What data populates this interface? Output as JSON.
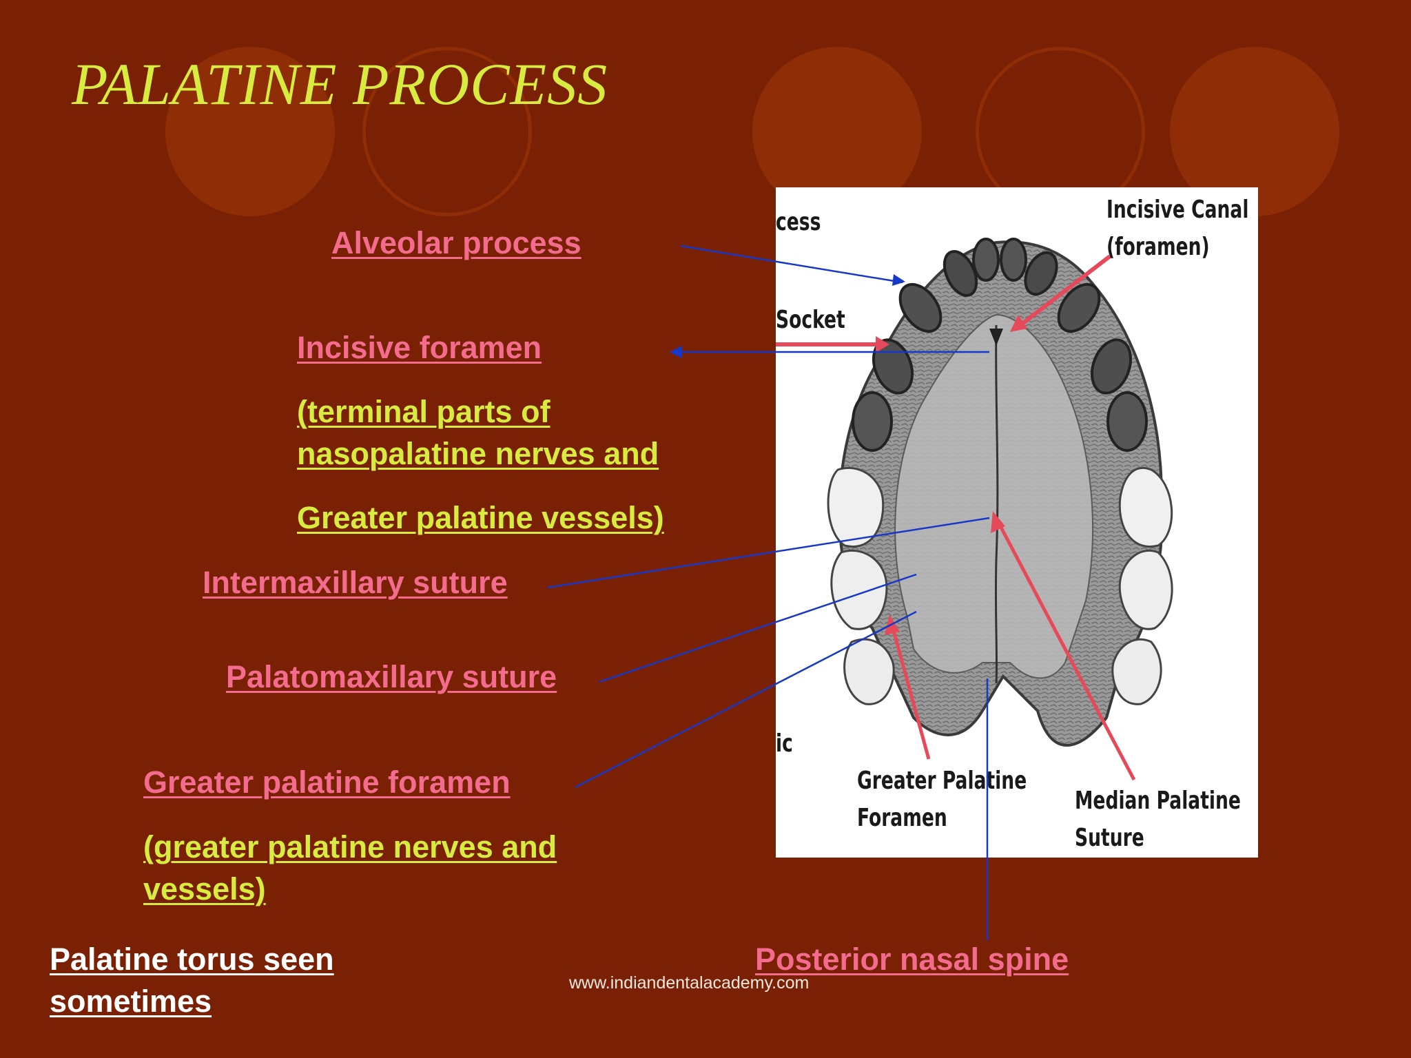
{
  "slide": {
    "title": "PALATINE PROCESS",
    "colors": {
      "background": "#7a2004",
      "circle": "#8e2d06",
      "title": "#d7ec3f",
      "pink_label": "#f36c8e",
      "yellow_label": "#d7ec3f",
      "leader_line": "#1638c8",
      "figure_arrow": "#e64a5a"
    }
  },
  "labels": {
    "alveolar_process": "Alveolar process",
    "incisive_foramen": "Incisive foramen",
    "incisive_note_line1": "(terminal parts of",
    "incisive_note_line2": "nasopalatine nerves and",
    "incisive_note_line3": "Greater palatine vessels)",
    "intermaxillary_suture": "Intermaxillary suture",
    "palatomaxillary_suture": "Palatomaxillary suture",
    "greater_palatine_foramen": "Greater palatine foramen",
    "greater_note_line1": "(greater palatine nerves and",
    "greater_note_line2": "vessels)",
    "palatine_torus_line1": "Palatine torus seen",
    "palatine_torus_line2": "sometimes",
    "posterior_nasal_spine": "Posterior nasal spine"
  },
  "figure": {
    "labels": {
      "process_fragment": "cess",
      "socket": "Socket",
      "incisive_canal_line1": "Incisive Canal",
      "incisive_canal_line2": "(foramen)",
      "ic_fragment": "ic",
      "greater_palatine_line1": "Greater Palatine",
      "greater_palatine_line2": "Foramen",
      "median_palatine_line1": "Median Palatine",
      "median_palatine_line2": "Suture"
    }
  },
  "footer": {
    "watermark": "www.indiandentalacademy.com"
  }
}
